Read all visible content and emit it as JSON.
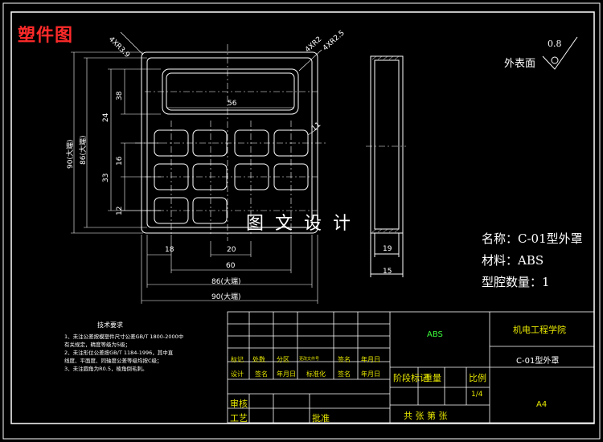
{
  "sheet_title": "塑件图",
  "watermark": "图文设计",
  "surface_note": {
    "label": "外表面",
    "roughness": "0.8"
  },
  "part_info": {
    "name": "名称：C-01型外罩",
    "material": "材料：ABS",
    "cavities": "型腔数量：1"
  },
  "dimensions": {
    "width_big_end": "90(大端)",
    "width_small_end": "86(大端)",
    "width_60": "60",
    "dim_20": "20",
    "dim_18": "18",
    "height_big_end": "90(大端)",
    "height_small_end": "86(大端)",
    "dim_24": "24",
    "dim_38": "38",
    "dim_16": "16",
    "dim_33": "33",
    "dim_12": "12",
    "window_width": "56",
    "chamfer_left": "4XR3.9",
    "fillet_r2": "4XR2",
    "fillet_r2_5": "4XR2.5",
    "side_11": "11",
    "side_19": "19",
    "side_15": "15"
  },
  "tech_notes": {
    "title": "技术要求",
    "lines": [
      "1、未注公差按模塑件尺寸公差GB/T 1800-2000中",
      "   有关规定，精度等级为5级；",
      "2、未注形位公差按GB/T 1184-1996，其中直",
      "   线度、平面度、同轴度公差等级均按C级；",
      "3、未注圆角为R0.5，棱角倒毛刺。"
    ]
  },
  "title_block": {
    "material": "ABS",
    "school": "机电工程学院",
    "part": "C-01型外罩",
    "size": "A4",
    "scale": "1/4",
    "row1": [
      "标记",
      "处数",
      "分区",
      "更改文件号",
      "签名",
      "年月日"
    ],
    "row2": [
      "设计",
      "签名",
      "年月日",
      "标准化",
      "签名",
      "年月日"
    ],
    "stage_mark": "阶段标记",
    "weight": "重量",
    "ratio": "比例",
    "review": "审核",
    "craft": "工艺",
    "approve": "批准",
    "sheets": "共  张  第  张"
  }
}
